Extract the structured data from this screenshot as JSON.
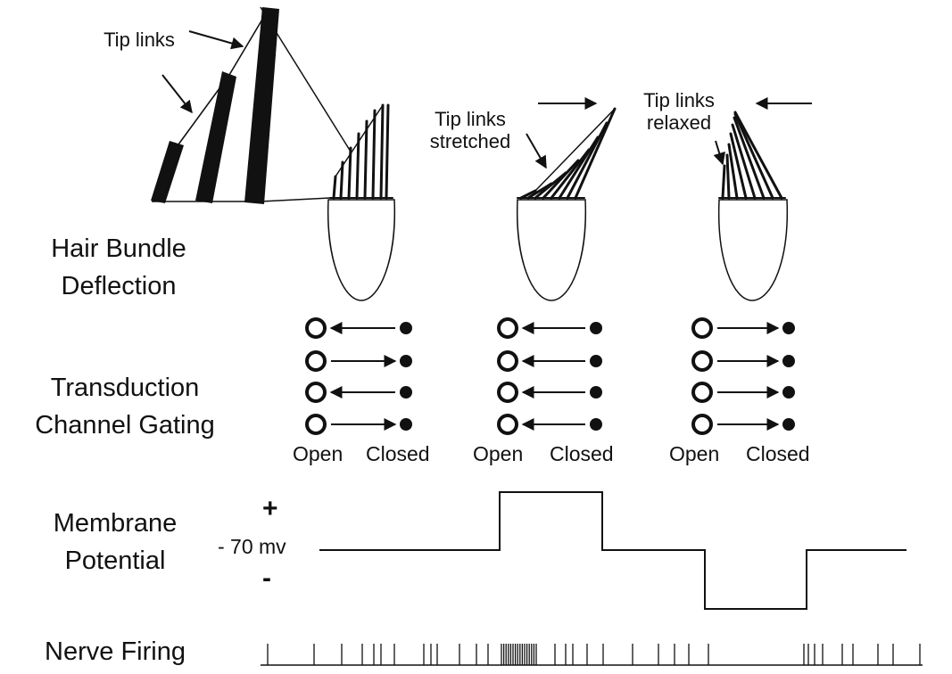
{
  "colors": {
    "ink": "#111111",
    "background": "#ffffff"
  },
  "labels": {
    "tip_links": "Tip links",
    "tip_links_stretched": [
      "Tip links",
      "stretched"
    ],
    "tip_links_relaxed": [
      "Tip links",
      "relaxed"
    ],
    "hair_bundle_deflection": [
      "Hair Bundle",
      "Deflection"
    ],
    "transduction_channel_gating": [
      "Transduction",
      "Channel Gating"
    ],
    "membrane_potential": [
      "Membrane",
      "Potential"
    ],
    "nerve_firing": "Nerve Firing",
    "plus": "+",
    "minus": "-",
    "resting_potential": "- 70 mv"
  },
  "gating_panels": [
    {
      "state": "rest",
      "open_label": "Open",
      "closed_label": "Closed",
      "arrows": [
        "to-open",
        "to-closed",
        "to-open",
        "to-closed"
      ]
    },
    {
      "state": "excitatory",
      "open_label": "Open",
      "closed_label": "Closed",
      "arrows": [
        "to-open",
        "to-open",
        "to-open",
        "to-open"
      ]
    },
    {
      "state": "inhibitory",
      "open_label": "Open",
      "closed_label": "Closed",
      "arrows": [
        "to-closed",
        "to-closed",
        "to-closed",
        "to-closed"
      ]
    }
  ],
  "membrane_trace": {
    "phases": [
      "rest",
      "depolarized",
      "rest",
      "hyperpolarized",
      "rest"
    ]
  },
  "nerve_firing": {
    "spike_pattern": [
      "baseline",
      "burst",
      "baseline",
      "silent",
      "baseline"
    ]
  }
}
